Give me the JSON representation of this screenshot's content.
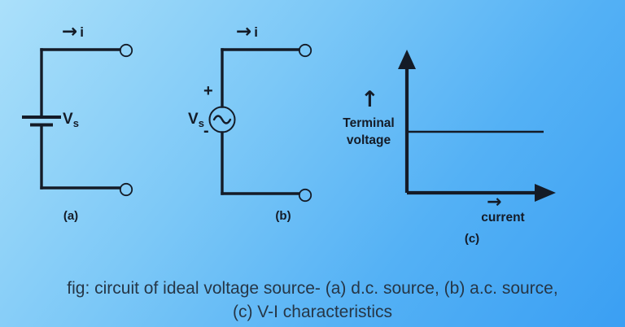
{
  "colors": {
    "ink": "#141b27",
    "caption_text": "#263646",
    "bg_top_left": "#abe0fa",
    "bg_bottom_right": "#3a9ff3"
  },
  "figures": {
    "dc": {
      "arrow": "→",
      "current_label": "i",
      "source_main": "V",
      "source_sub": "s",
      "caption": "(a)"
    },
    "ac": {
      "arrow": "→",
      "current_label": "i",
      "plus": "+",
      "minus": "-",
      "source_main": "V",
      "source_sub": "s",
      "caption": "(b)"
    },
    "vi": {
      "y_arrow": "↑",
      "y_label": "Terminal voltage",
      "x_arrow": "→",
      "x_label": "current",
      "caption": "(c)"
    }
  },
  "caption": {
    "text": "fig: circuit of ideal voltage source- (a) d.c. source, (b) a.c. source, (c) V-I characteristics"
  }
}
